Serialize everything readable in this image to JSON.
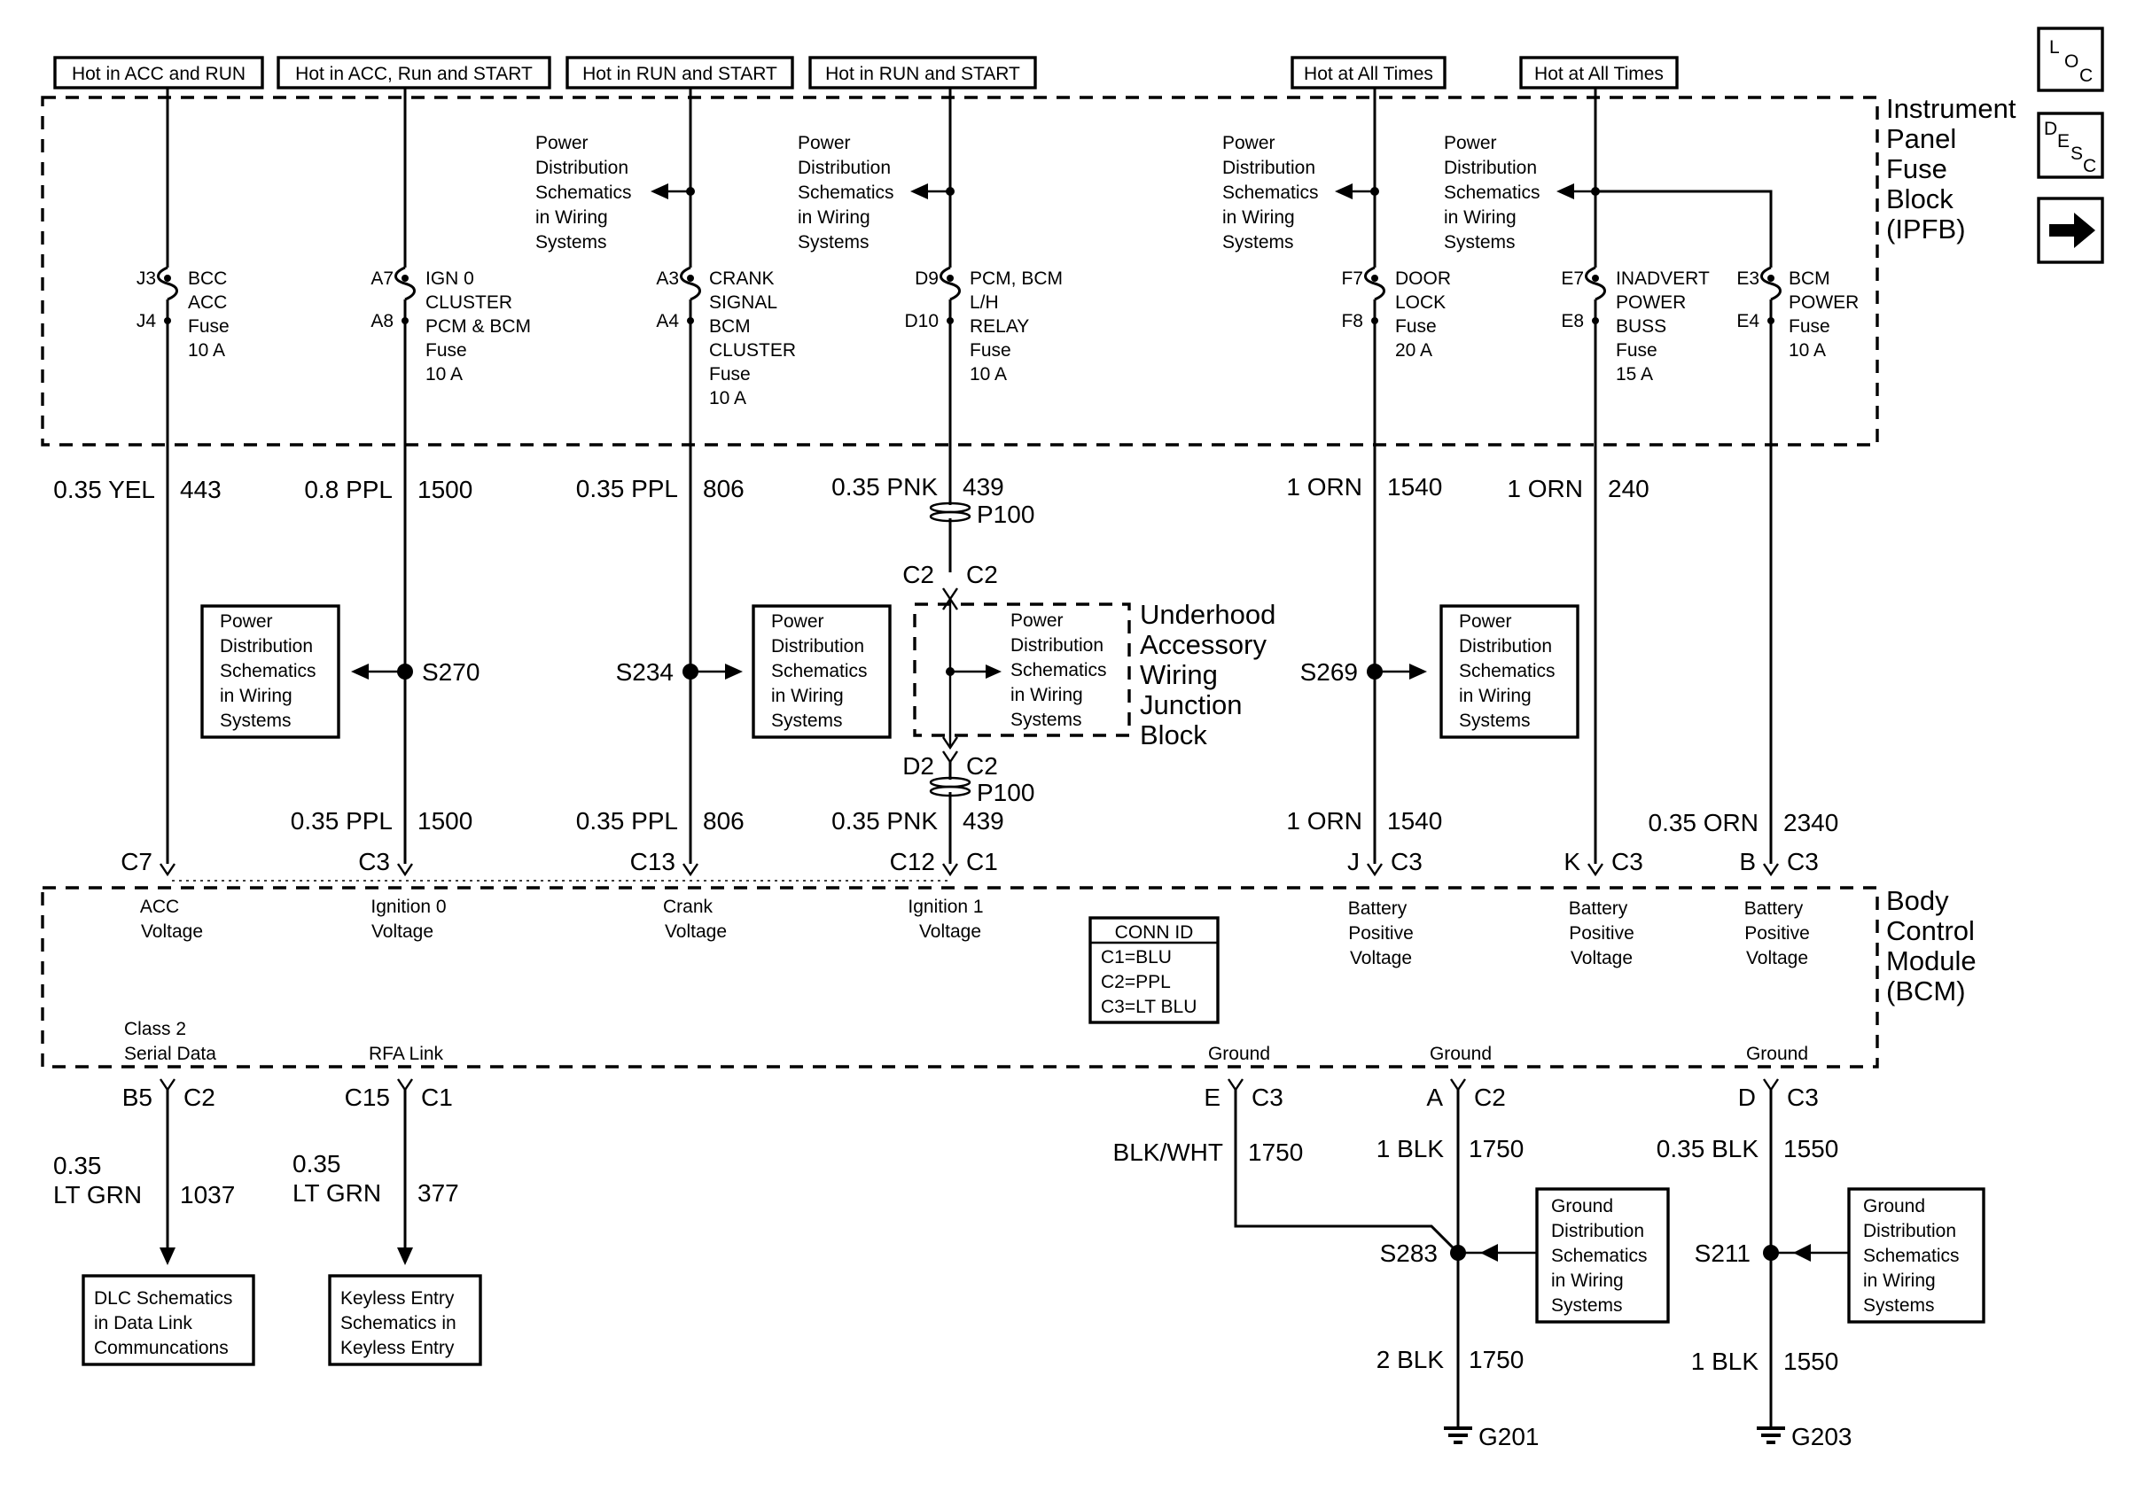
{
  "power_sources": [
    "Hot in ACC and RUN",
    "Hot in ACC, Run and START",
    "Hot in RUN and START",
    "Hot in RUN and START",
    "Hot at All Times",
    "Hot at All Times"
  ],
  "nav": {
    "loc": [
      "L",
      "O",
      "C"
    ],
    "desc": [
      "D",
      "E",
      "S",
      "C"
    ],
    "next_arrow": "→"
  },
  "ipfb_title": [
    "Instrument",
    "Panel",
    "Fuse",
    "Block",
    "(IPFB)"
  ],
  "power_dist_ref": [
    "Power",
    "Distribution",
    "Schematics",
    "in Wiring",
    "Systems"
  ],
  "ground_dist_ref": [
    "Ground",
    "Distribution",
    "Schematics",
    "in Wiring",
    "Systems"
  ],
  "fuses": [
    {
      "pin_top": "J3",
      "pin_bottom": "J4",
      "lines": [
        "BCC",
        "ACC",
        "Fuse",
        "10 A"
      ]
    },
    {
      "pin_top": "A7",
      "pin_bottom": "A8",
      "lines": [
        "IGN 0",
        "CLUSTER",
        "PCM & BCM",
        "Fuse",
        "10 A"
      ]
    },
    {
      "pin_top": "A3",
      "pin_bottom": "A4",
      "lines": [
        "CRANK",
        "SIGNAL",
        "BCM",
        "CLUSTER",
        "Fuse",
        "10 A"
      ]
    },
    {
      "pin_top": "D9",
      "pin_bottom": "D10",
      "lines": [
        "PCM, BCM",
        "L/H",
        "RELAY",
        "Fuse",
        "10 A"
      ]
    },
    {
      "pin_top": "F7",
      "pin_bottom": "F8",
      "lines": [
        "DOOR",
        "LOCK",
        "Fuse",
        "20 A"
      ]
    },
    {
      "pin_top": "E7",
      "pin_bottom": "E8",
      "lines": [
        "INADVERT",
        "POWER",
        "BUSS",
        "Fuse",
        "15 A"
      ]
    },
    {
      "pin_top": "E3",
      "pin_bottom": "E4",
      "lines": [
        "BCM",
        "POWER",
        "Fuse",
        "10 A"
      ]
    }
  ],
  "upper_wires": [
    {
      "color": "0.35 YEL",
      "circuit": "443"
    },
    {
      "color": "0.8 PPL",
      "circuit": "1500"
    },
    {
      "color": "0.35 PPL",
      "circuit": "806"
    },
    {
      "color": "0.35 PNK",
      "circuit": "439"
    },
    {
      "color": "1 ORN",
      "circuit": "1540"
    },
    {
      "color": "1 ORN",
      "circuit": "240"
    }
  ],
  "lower_wires": [
    {
      "color": "0.35 PPL",
      "circuit": "1500"
    },
    {
      "color": "0.35 PPL",
      "circuit": "806"
    },
    {
      "color": "0.35 PNK",
      "circuit": "439"
    },
    {
      "color": "1 ORN",
      "circuit": "1540"
    },
    {
      "color": "0.35 ORN",
      "circuit": "2340"
    }
  ],
  "inline_connector": "P100",
  "uajb": {
    "top_pins": [
      "C2",
      "C2"
    ],
    "bottom_pins": [
      "D2",
      "C2"
    ],
    "title": [
      "Underhood",
      "Accessory",
      "Wiring",
      "Junction",
      "Block"
    ]
  },
  "splices": [
    "S270",
    "S234",
    "S269",
    "S283",
    "S211"
  ],
  "bcm_inputs": [
    {
      "pin": "C7",
      "conn": "",
      "label": [
        "ACC",
        "Voltage"
      ]
    },
    {
      "pin": "C3",
      "conn": "",
      "label": [
        "Ignition 0",
        "Voltage"
      ]
    },
    {
      "pin": "C13",
      "conn": "",
      "label": [
        "Crank",
        "Voltage"
      ]
    },
    {
      "pin": "C12",
      "conn": "C1",
      "label": [
        "Ignition 1",
        "Voltage"
      ]
    },
    {
      "pin": "J",
      "conn": "C3",
      "label": [
        "Battery",
        "Positive",
        "Voltage"
      ]
    },
    {
      "pin": "K",
      "conn": "C3",
      "label": [
        "Battery",
        "Positive",
        "Voltage"
      ]
    },
    {
      "pin": "B",
      "conn": "C3",
      "label": [
        "Battery",
        "Positive",
        "Voltage"
      ]
    }
  ],
  "bcm_title": [
    "Body",
    "Control",
    "Module",
    "(BCM)"
  ],
  "conn_id": {
    "title": "CONN ID",
    "rows": [
      "C1=BLU",
      "C2=PPL",
      "C3=LT BLU"
    ]
  },
  "bcm_outputs": [
    {
      "label": [
        "Class 2",
        "Serial Data"
      ],
      "pin": "B5",
      "conn": "C2",
      "color": [
        "0.35",
        "LT GRN"
      ],
      "circuit": "1037",
      "dest": [
        "DLC Schematics",
        "in Data Link",
        "Communcations"
      ]
    },
    {
      "label": [
        "RFA Link"
      ],
      "pin": "C15",
      "conn": "C1",
      "color": [
        "0.35",
        "LT GRN"
      ],
      "circuit": "377",
      "dest": [
        "Keyless Entry",
        "Schematics in",
        "Keyless Entry"
      ]
    }
  ],
  "bcm_grounds": [
    {
      "label": "Ground",
      "pin": "E",
      "conn": "C3",
      "color": "BLK/WHT",
      "circuit": "1750"
    },
    {
      "label": "Ground",
      "pin": "A",
      "conn": "C2",
      "color": "1 BLK",
      "circuit": "1750"
    },
    {
      "label": "Ground",
      "pin": "D",
      "conn": "C3",
      "color": "0.35 BLK",
      "circuit": "1550"
    }
  ],
  "ground_wires": [
    {
      "color": "2 BLK",
      "circuit": "1750",
      "ground": "G201"
    },
    {
      "color": "1 BLK",
      "circuit": "1550",
      "ground": "G203"
    }
  ]
}
